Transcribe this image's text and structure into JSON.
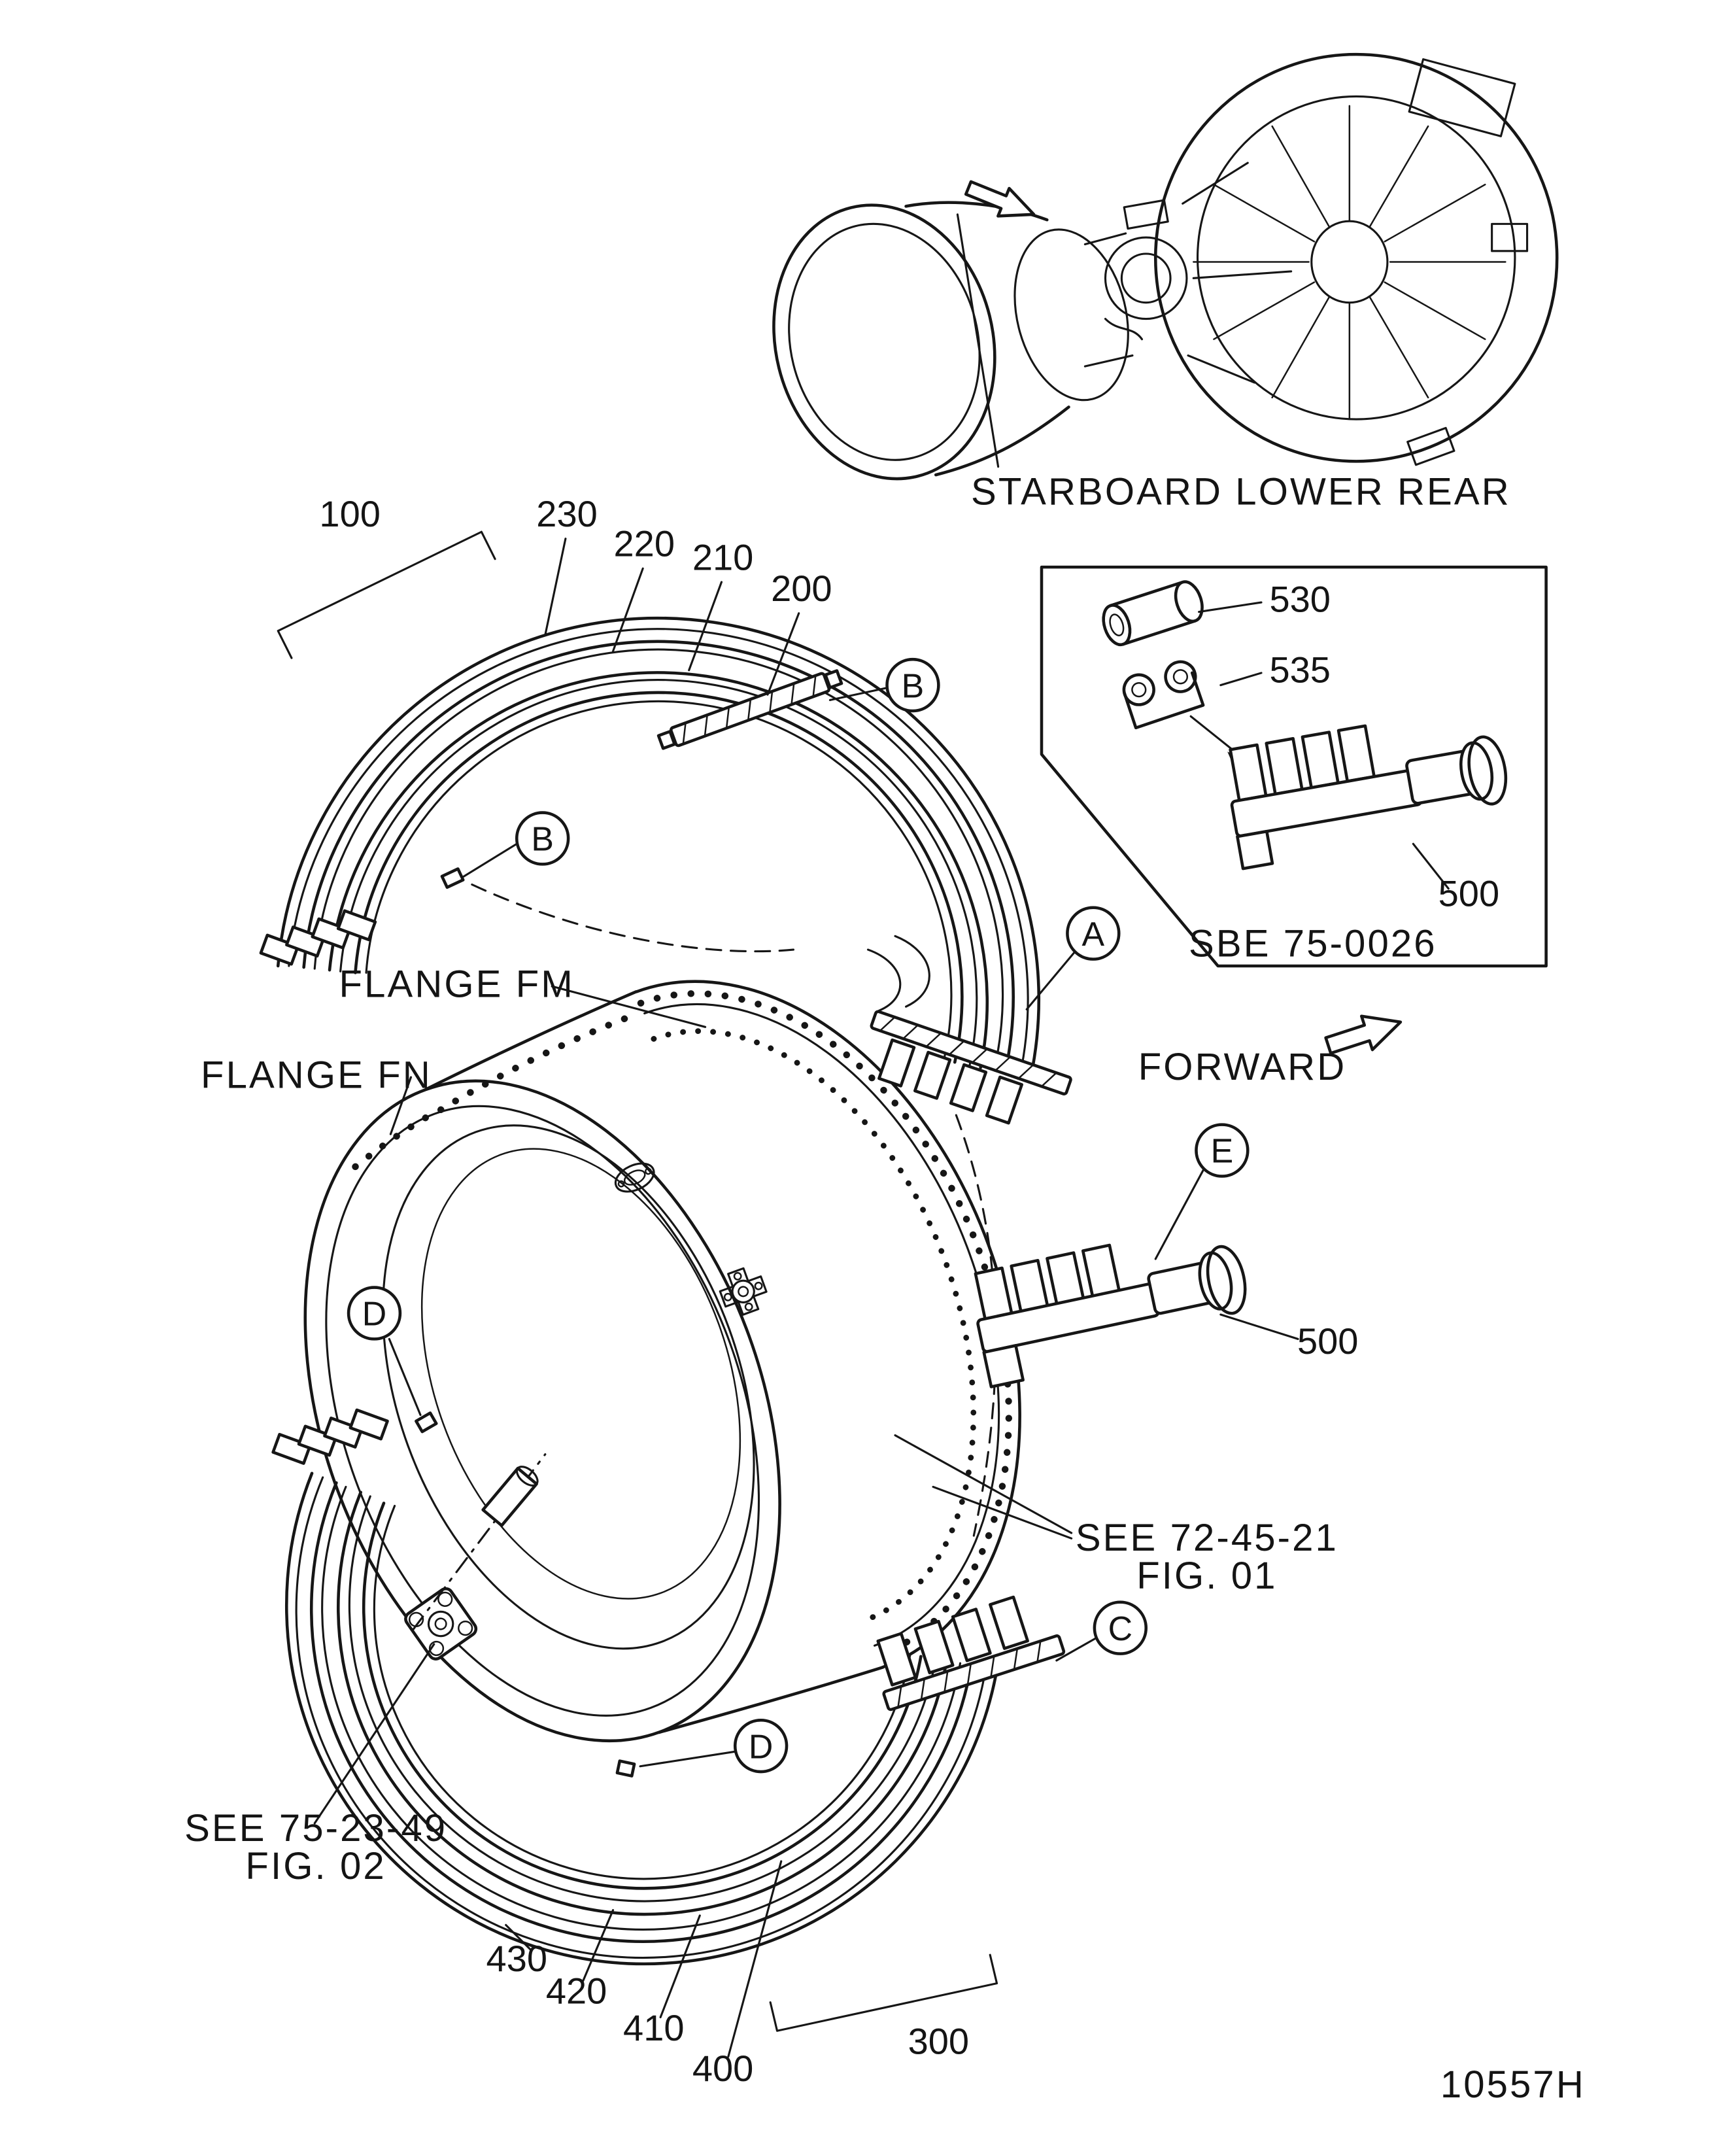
{
  "figure": {
    "drawing_number": "10557H",
    "orientation_label": "STARBOARD LOWER REAR",
    "forward_label": "FORWARD",
    "inset_label": "SBE 75-0026"
  },
  "flange_labels": {
    "fm": "FLANGE FM",
    "fn": "FLANGE FN"
  },
  "cross_references": [
    {
      "see": "SEE 72-45-21",
      "fig": "FIG. 01"
    },
    {
      "see": "SEE 75-23-49",
      "fig": "FIG. 02"
    }
  ],
  "item_numbers": {
    "i100": "100",
    "i200": "200",
    "i210": "210",
    "i220": "220",
    "i230": "230",
    "i300": "300",
    "i400": "400",
    "i410": "410",
    "i420": "420",
    "i430": "430",
    "i500": "500",
    "i530": "530",
    "i535": "535"
  },
  "view_letters": {
    "a": "A",
    "b": "B",
    "c": "C",
    "d": "D",
    "e": "E"
  }
}
